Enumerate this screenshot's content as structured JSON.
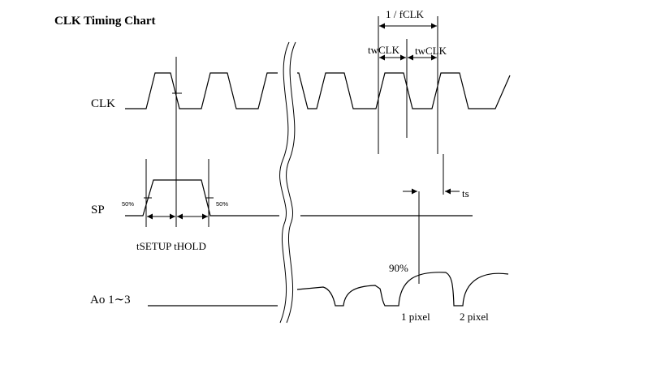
{
  "title": "CLK Timing Chart",
  "signals": {
    "clk": "CLK",
    "sp": "SP",
    "ao": "Ao 1∼3"
  },
  "annotations": {
    "period": "1 / fCLK",
    "tw_left": "twCLK",
    "tw_right": "twCLK",
    "ts": "ts",
    "sp_left_pct": "50%",
    "sp_right_pct": "50%",
    "setup_hold": "tSETUP tHOLD",
    "pct90": "90%",
    "pixel1": "1 pixel",
    "pixel2": "2 pixel"
  }
}
